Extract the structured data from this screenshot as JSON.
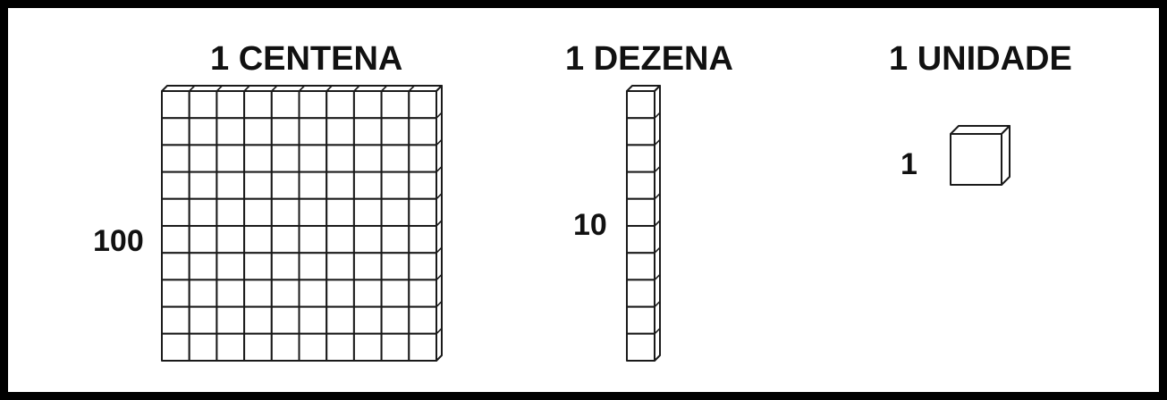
{
  "blocks": [
    {
      "title": "1 CENTENA",
      "value": "100",
      "cols": 10,
      "rows": 10
    },
    {
      "title": "1 DEZENA",
      "value": "10",
      "cols": 1,
      "rows": 10
    },
    {
      "title": "1 UNIDADE",
      "value": "1",
      "cols": 1,
      "rows": 1
    }
  ],
  "colors": {
    "stroke": "#1a1a1a",
    "frame": "#000000",
    "background": "#ffffff"
  }
}
